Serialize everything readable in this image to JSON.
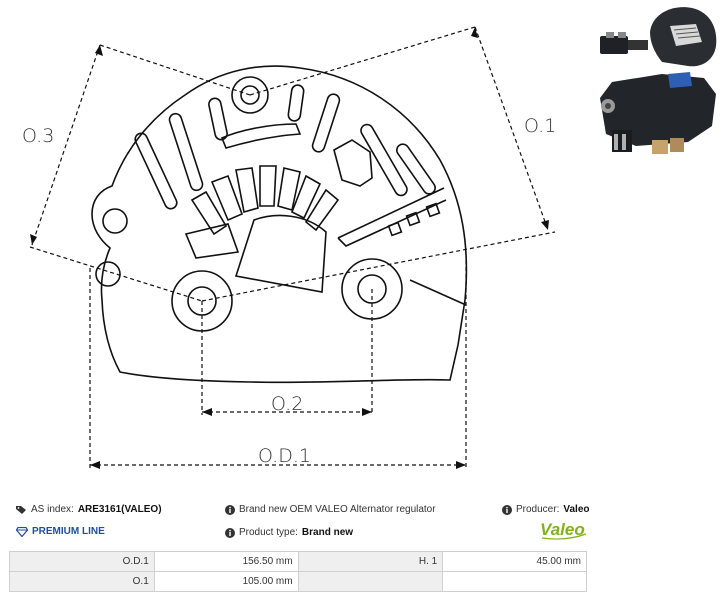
{
  "drawing": {
    "labels": {
      "od1": "O.D.1",
      "o1": "O.1",
      "o2": "O.2",
      "o3": "O.3"
    }
  },
  "info": {
    "as_index_label": "AS index:",
    "as_index_value": "ARE3161(VALEO)",
    "premium_line": "PREMIUM LINE",
    "description": "Brand new OEM VALEO Alternator regulator",
    "product_type_label": "Product type:",
    "product_type_value": "Brand new",
    "producer_label": "Producer:",
    "producer_value": "Valeo",
    "brand_logo_text": "Valeo"
  },
  "specs": {
    "rows": [
      {
        "k1": "O.D.1",
        "v1": "156.50 mm",
        "k2": "H. 1",
        "v2": "45.00 mm"
      },
      {
        "k1": "O.1",
        "v1": "105.00 mm",
        "k2": "",
        "v2": ""
      }
    ]
  },
  "colors": {
    "premium_blue": "#1e4f9a",
    "valeo_green": "#7fb21c",
    "table_border": "#cfcfcf",
    "table_key_bg": "#efefef"
  }
}
